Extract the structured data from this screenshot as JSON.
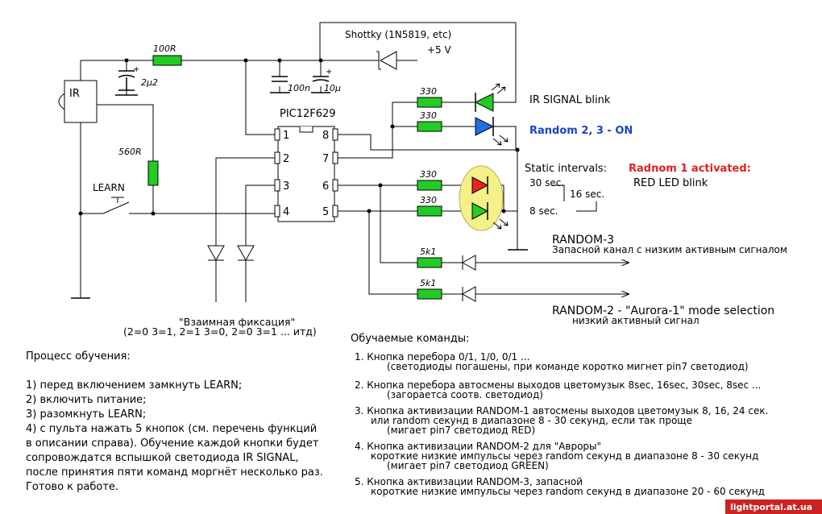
{
  "components": {
    "r100": "100R",
    "c2u2": "2μ2",
    "c100n": "100n",
    "c10u": "10μ",
    "r560": "560R",
    "schottky": "Shottky (1N5819, etc)",
    "vcc": "+5 V",
    "ic": "PIC12F629",
    "ir": "IR",
    "learn": "LEARN",
    "pins": [
      "1",
      "2",
      "3",
      "4",
      "8",
      "7",
      "6",
      "5"
    ],
    "r330_a": "330",
    "r330_b": "330",
    "r330_c": "330",
    "r330_d": "330",
    "r5k1_a": "5k1",
    "r5k1_b": "5k1",
    "plus1": "+",
    "plus2": "+"
  },
  "colors": {
    "resistor": "#22cc22",
    "led_green": "#22cc22",
    "led_blue": "#1f6fe0",
    "led_red": "#ee2222",
    "bicolor_bg": "#f4f08a",
    "blue_text": "#1a44c8",
    "red_text": "#e02020",
    "watermark_bg": "#cc2222"
  },
  "labels": {
    "ir_signal": "IR SIGNAL blink",
    "random23": "Random 2, 3 - ON",
    "static_intervals": "Static intervals:",
    "s30": "30 sec.",
    "s16": "16 sec.",
    "s8": "8 sec.",
    "random1_activated": "Radnom 1 activated:",
    "red_led_blink": "RED LED blink",
    "random3": "RANDOM-3",
    "random3_sub": "Запасной канал с низким активным сигналом",
    "random2": "RANDOM-2 - \"Aurora-1\" mode selection",
    "random2_sub": "низкий активный сигнал",
    "mutual_fix": "\"Взаимная фиксация\"",
    "mutual_fix_sub": "(2=0 3=1, 2=1 3=0, 2=0 3=1 ... итд)"
  },
  "learning": {
    "title": "Процесс обучения:",
    "lines": [
      "1) перед включением замкнуть LEARN;",
      "2) включить питание;",
      "3) разомкнуть LEARN;",
      "4) с пульта нажать 5 кнопок (см. перечень функций",
      "в описании справа). Обучение каждой кнопки будет",
      "сопровождатся вспышкой светодиода IR SIGNAL,",
      "после принятия пяти команд моргнёт несколько раз.",
      "Готово к работе."
    ]
  },
  "commands": {
    "title": "Обучаемые команды:",
    "lines": [
      "1. Кнопка перебора 0/1, 1/0, 0/1 ...",
      "(светодиоды погашены, при команде коротко мигнет pin7 светодиод)",
      "2. Кнопка перебора автосмены выходов цветомузык 8sec, 16sec, 30sec, 8sec ...",
      "(загораетса соотв. светодиод)",
      "3. Кнопка активизации RANDOM-1 автосмены выходов цветомузык 8, 16, 24 сек.",
      "или random секунд в диапазоне 8 - 30 секунд, если так проще",
      "(мигает pin7 светодиод RED)",
      "4. Кнопка активизации RANDOM-2 для \"Авроры\"",
      "короткие низкие импульсы через random секунд в диапазоне 8 - 30 секунд",
      "(мигает pin7 светодиод GREEN)",
      "5. Кнопка активизации RANDOM-3, запасной",
      "короткие низкие импульсы через random секунд в диапазоне 20 - 60 секунд"
    ]
  },
  "watermark": "lightportal.at.ua"
}
